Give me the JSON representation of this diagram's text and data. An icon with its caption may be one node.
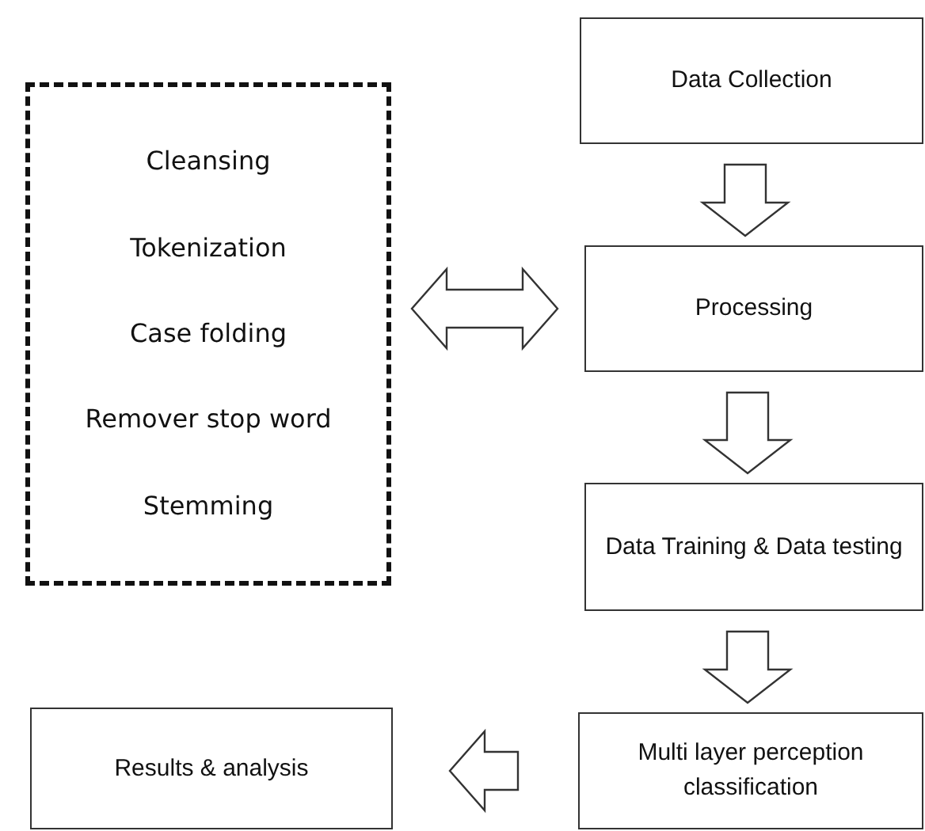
{
  "diagram": {
    "nodes": [
      {
        "text": [
          "Data Collection"
        ]
      },
      {
        "text": [
          "Cleansing",
          "Tokenization",
          "Case folding",
          "Remover stop word",
          "Stemming"
        ]
      },
      {
        "text": [
          "Processing"
        ]
      },
      {
        "text": [
          "Data Training & Data testing"
        ]
      },
      {
        "text": [
          "Multi layer perception classification"
        ]
      },
      {
        "text": [
          "Results & analysis"
        ]
      }
    ],
    "edges": [
      {
        "from": 0,
        "to": 2,
        "arrow": "to"
      },
      {
        "from": 1,
        "to": 2,
        "arrow": "both"
      },
      {
        "from": 2,
        "to": 3,
        "arrow": "to"
      },
      {
        "from": 3,
        "to": 4,
        "arrow": "to"
      },
      {
        "from": 4,
        "to": 5,
        "arrow": "to"
      }
    ]
  }
}
